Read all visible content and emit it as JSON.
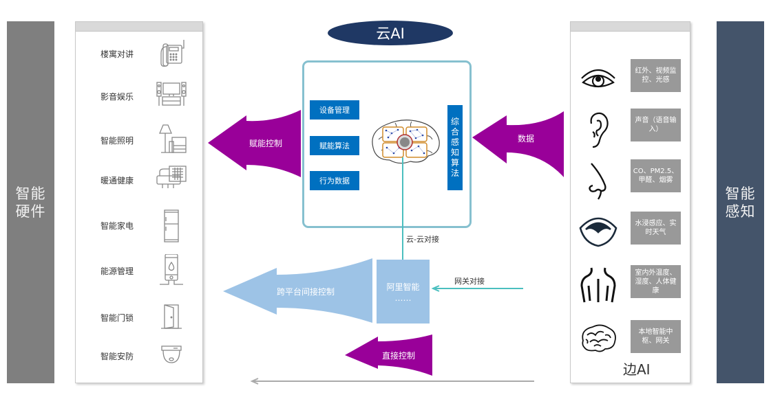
{
  "left_category": {
    "label": "智能\n硬件",
    "color": "#7f7f7f"
  },
  "right_category": {
    "label": "智能\n感知",
    "color": "#44546a"
  },
  "hardware": {
    "items": [
      {
        "label": "楼寓对讲",
        "icon": "intercom-phone-icon"
      },
      {
        "label": "影音娱乐",
        "icon": "home-theater-icon"
      },
      {
        "label": "智能照明",
        "icon": "floor-lamp-icon"
      },
      {
        "label": "暖通健康",
        "icon": "air-conditioner-icon"
      },
      {
        "label": "智能家电",
        "icon": "refrigerator-icon"
      },
      {
        "label": "能源管理",
        "icon": "water-heater-icon"
      },
      {
        "label": "智能门锁",
        "icon": "door-icon"
      },
      {
        "label": "智能安防",
        "icon": "dome-camera-icon"
      }
    ]
  },
  "sensing": {
    "items": [
      {
        "icon": "eye-icon",
        "text": "红外、视频监控、光感"
      },
      {
        "icon": "ear-icon",
        "text": "声音（语音输入）"
      },
      {
        "icon": "nose-icon",
        "text": "CO、PM2.5、甲醛、烟雾"
      },
      {
        "icon": "mouth-icon",
        "text": "水浸感应、实时天气"
      },
      {
        "icon": "body-back-icon",
        "text": "室内外温度、湿度、人体健康"
      },
      {
        "icon": "brain-icon",
        "text": "本地智能中枢、网关"
      }
    ],
    "footer": "边AI"
  },
  "cloud_ai": {
    "title": "云AI",
    "buttons": [
      "设备管理",
      "赋能算法",
      "行为数据"
    ],
    "vertical_label": "综合感知算法"
  },
  "arrows": {
    "empower_control": "赋能控制",
    "data": "数据",
    "cross_platform": "跨平台间接控制",
    "direct_control": "直接控制"
  },
  "connections": {
    "cloud_to_cloud": "云-云对接",
    "gateway": "网关对接"
  },
  "ali_box": {
    "line1": "阿里智能",
    "line2": "……"
  },
  "colors": {
    "purple": "#990099",
    "light_blue": "#9dc3e6",
    "teal": "#4bbfbf",
    "cloud_blue": "#0070c0",
    "navy": "#1f3864"
  }
}
